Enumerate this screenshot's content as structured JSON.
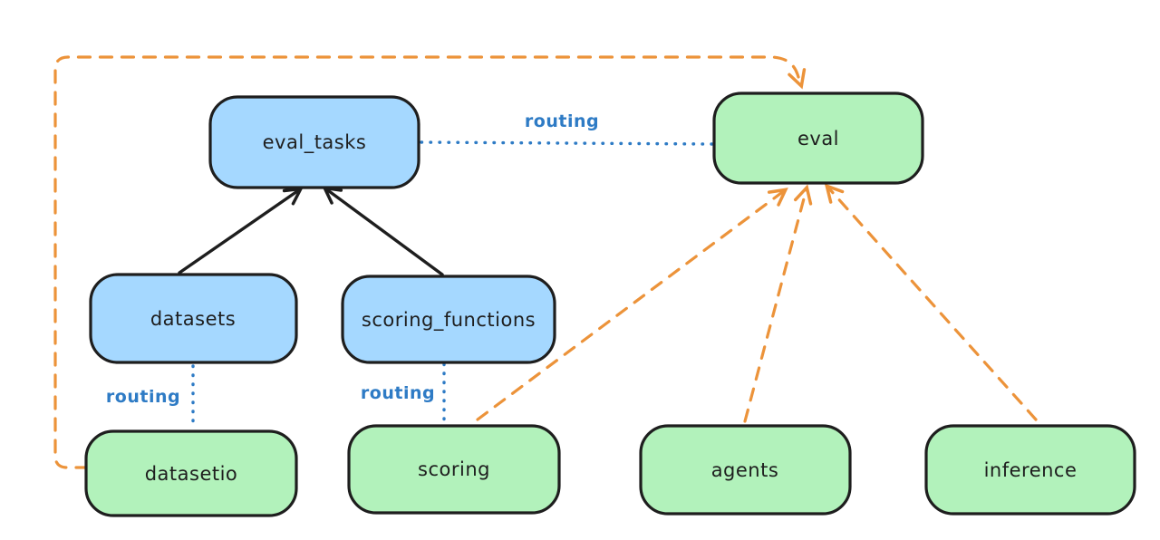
{
  "diagram": {
    "colors": {
      "background": "#ffffff",
      "blue_fill": "#a5d8ff",
      "green_fill": "#b2f2bb",
      "stroke": "#1e1e1e",
      "routing_blue": "#2e7bc5",
      "orange": "#ec933a"
    },
    "nodes": [
      {
        "id": "eval_tasks",
        "label": "eval_tasks",
        "color": "blue"
      },
      {
        "id": "eval",
        "label": "eval",
        "color": "green"
      },
      {
        "id": "datasets",
        "label": "datasets",
        "color": "blue"
      },
      {
        "id": "scoring_functions",
        "label": "scoring_functions",
        "color": "blue"
      },
      {
        "id": "datasetio",
        "label": "datasetio",
        "color": "green"
      },
      {
        "id": "scoring",
        "label": "scoring",
        "color": "green"
      },
      {
        "id": "agents",
        "label": "agents",
        "color": "green"
      },
      {
        "id": "inference",
        "label": "inference",
        "color": "green"
      }
    ],
    "edges": [
      {
        "from": "eval_tasks",
        "to": "eval",
        "kind": "routing-dotted",
        "label": "routing"
      },
      {
        "from": "datasets",
        "to": "datasetio",
        "kind": "routing-dotted",
        "label": "routing"
      },
      {
        "from": "scoring_functions",
        "to": "scoring",
        "kind": "routing-dotted",
        "label": "routing"
      },
      {
        "from": "datasets",
        "to": "eval_tasks",
        "kind": "solid-arrow"
      },
      {
        "from": "scoring_functions",
        "to": "eval_tasks",
        "kind": "solid-arrow"
      },
      {
        "from": "datasetio",
        "to": "eval",
        "kind": "dashed-arrow"
      },
      {
        "from": "scoring",
        "to": "eval",
        "kind": "dashed-arrow"
      },
      {
        "from": "agents",
        "to": "eval",
        "kind": "dashed-arrow"
      },
      {
        "from": "inference",
        "to": "eval",
        "kind": "dashed-arrow"
      }
    ]
  }
}
